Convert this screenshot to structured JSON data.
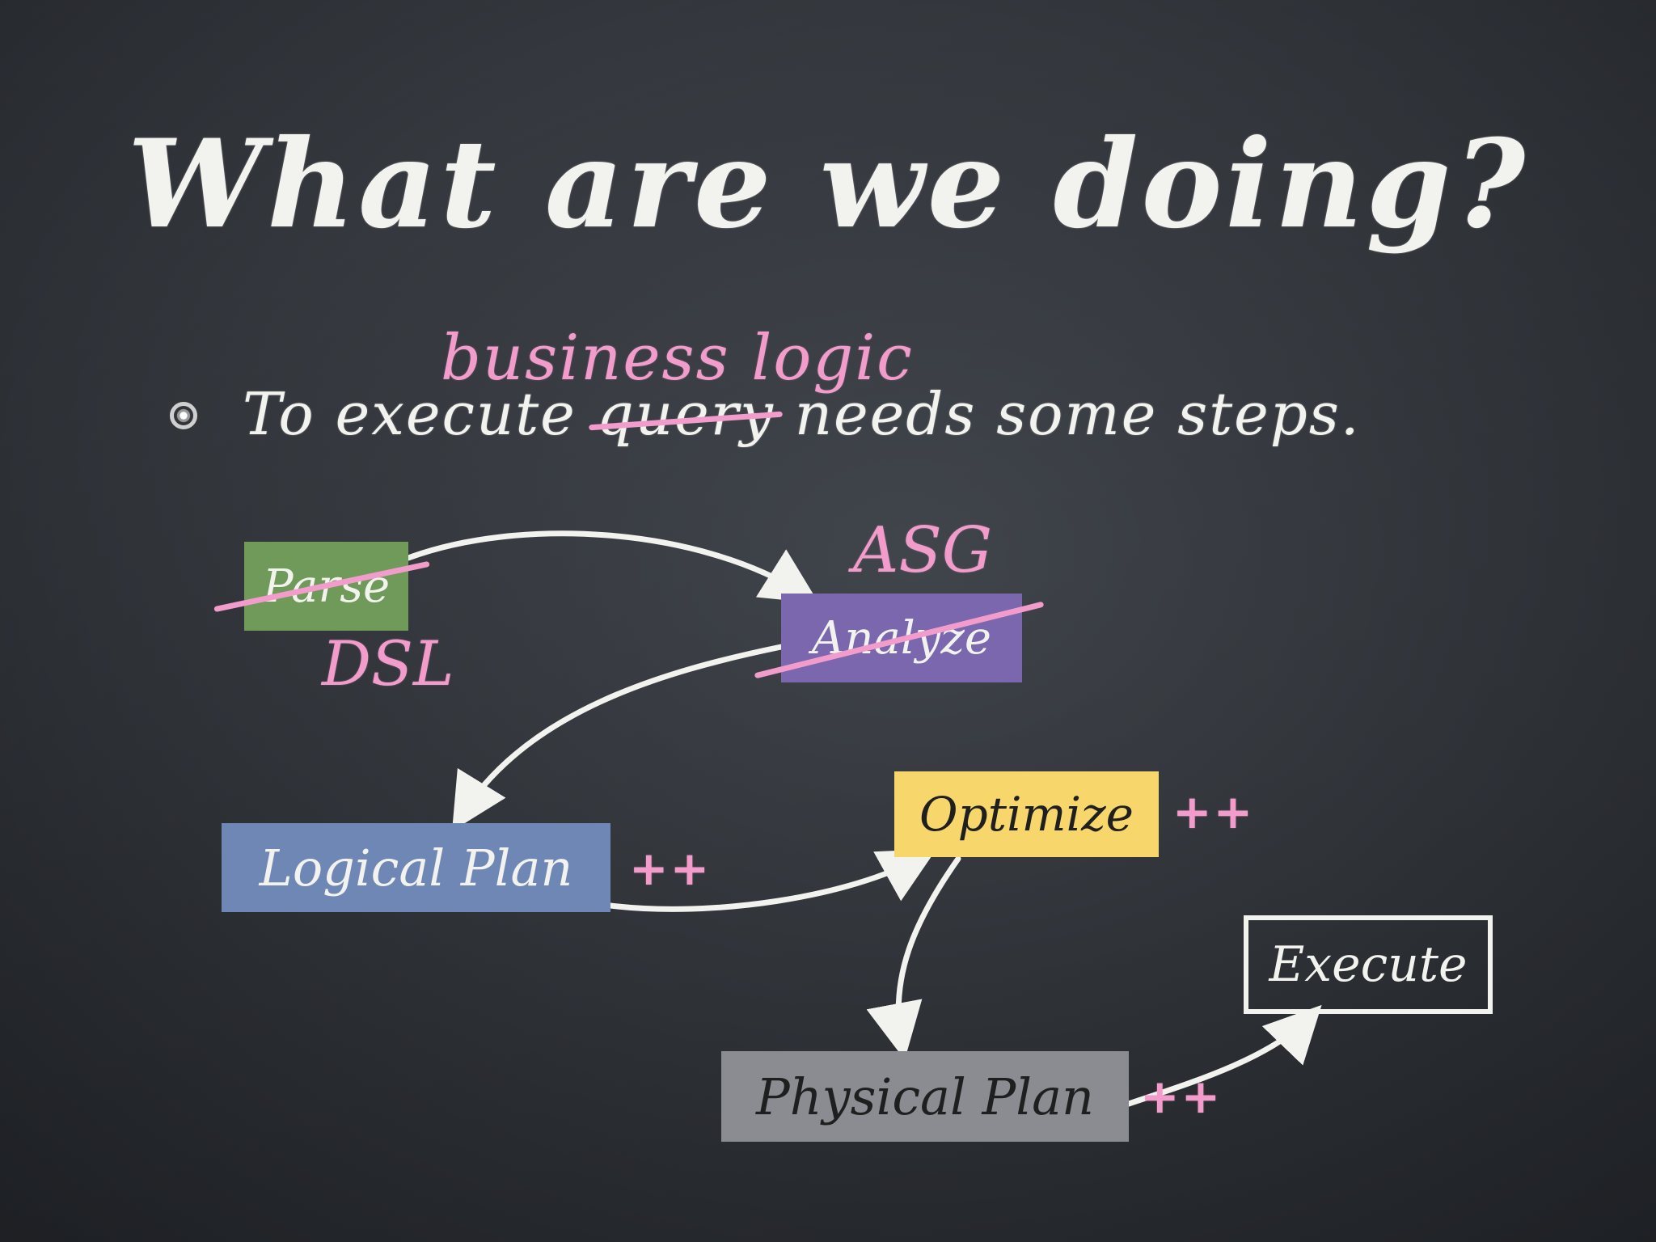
{
  "title": "What are we doing?",
  "bullet": {
    "before": "To execute",
    "struck": "query",
    "after": "needs some steps.",
    "annotation": "business logic"
  },
  "steps": {
    "parse": "Parse",
    "analyze": "Analyze",
    "logical_plan": "Logical Plan",
    "optimize": "Optimize",
    "physical_plan": "Physical Plan",
    "execute": "Execute"
  },
  "annotations": {
    "asg": "ASG",
    "dsl": "DSL",
    "plus_logical": "++",
    "plus_optimize": "++",
    "plus_physical": "++"
  },
  "colors": {
    "chalk": "#f2f2ee",
    "pink": "#f29ccb",
    "parse_box": "#6f9a5a",
    "analyze_box": "#7a67ad",
    "logical_box": "#6f87b5",
    "optimize_box": "#f7d66b",
    "physical_box": "#8a8c92"
  }
}
